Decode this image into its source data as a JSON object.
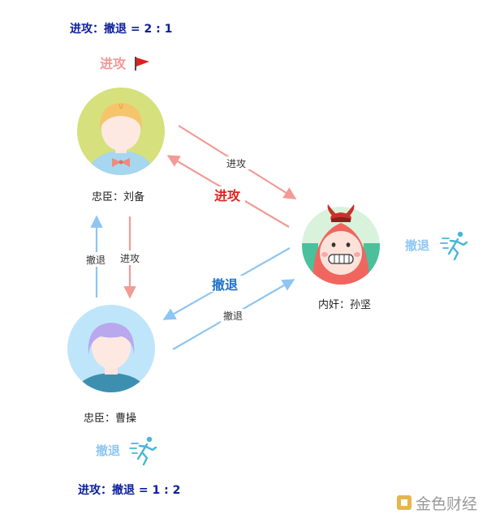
{
  "ratio_top": "进攻：撤退 = 2 : 1",
  "ratio_bottom": "进攻：撤退 = 1 : 2",
  "nodes": {
    "liubei": {
      "label": "忠臣：刘备",
      "badge": "进攻"
    },
    "caocao": {
      "label": "忠臣：曹操",
      "badge": "撤退"
    },
    "sunjian": {
      "label": "内奸：孙坚",
      "badge": "撤退"
    }
  },
  "edges": {
    "liubei_to_sunjian": "进攻",
    "sunjian_to_liubei": "进攻",
    "caocao_to_liubei": "撤退",
    "liubei_to_caocao": "进攻",
    "sunjian_to_caocao": "撤退",
    "caocao_to_sunjian": "撤退"
  },
  "icons": {
    "flag": "red-flag-icon",
    "runner": "running-person-icon",
    "watermark": "jinse-logo-icon"
  },
  "colors": {
    "attack_arrow": "#f29a95",
    "retreat_arrow": "#8ec5f2",
    "attack_emphasis": "#e0241f",
    "retreat_emphasis": "#1f73c9",
    "ratio_text": "#0b1e9e"
  },
  "watermark": {
    "text": "金色财经"
  }
}
